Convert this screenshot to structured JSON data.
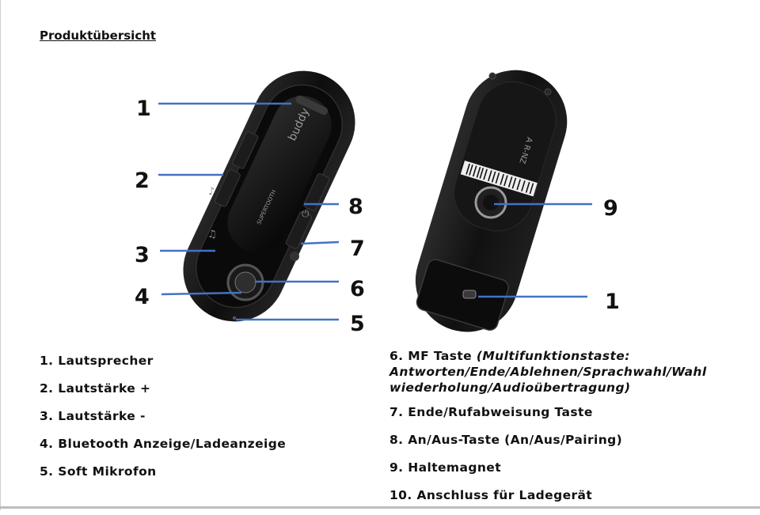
{
  "heading": "Produktübersicht",
  "callouts": {
    "front": [
      "1",
      "2",
      "3",
      "4",
      "5",
      "6",
      "7",
      "8"
    ],
    "back": [
      "9",
      "1"
    ]
  },
  "device_print": {
    "brand": "buddy",
    "maker": "SUPERTOOTH",
    "back_mark": "A R-NZ"
  },
  "legend": {
    "left": [
      "1. Lautsprecher",
      "2. Lautstärke +",
      "3. Lautstärke -",
      "4. Bluetooth Anzeige/Ladeanzeige",
      "5. Soft Mikrofon"
    ],
    "right": [
      {
        "label": "6. MF Taste",
        "desc": "(Multifunktionstaste: Antworten/Ende/Ablehnen/Sprachwahl/Wahl wiederholung/Audioübertragung)"
      },
      {
        "label": "7. Ende/Rufabweisung Taste"
      },
      {
        "label": "8. An/Aus-Taste (An/Aus/Pairing)"
      },
      {
        "label": "9. Haltemagnet"
      },
      {
        "label": "10. Anschluss für Ladegerät"
      }
    ]
  },
  "colors": {
    "leader_line": "#4472c4",
    "device_body": "#141414",
    "text": "#111111"
  }
}
